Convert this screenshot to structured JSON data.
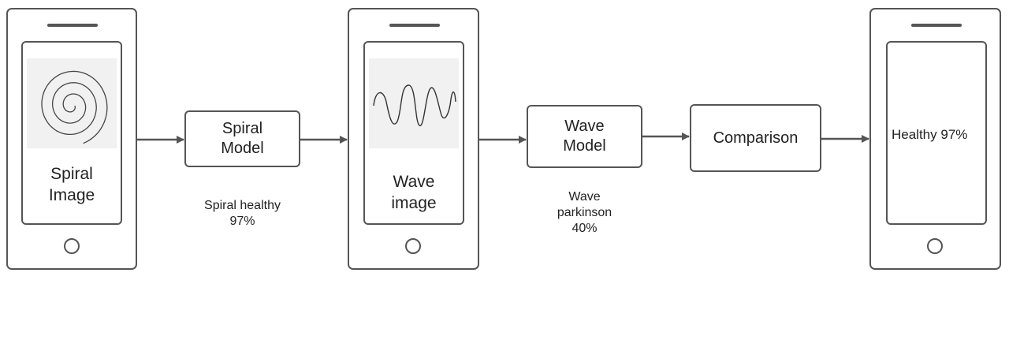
{
  "phone_spiral": {
    "label_line1": "Spiral",
    "label_line2": "Image",
    "image_icon": "spiral-drawing"
  },
  "spiral_model": {
    "line1": "Spiral",
    "line2": "Model",
    "caption_line1": "Spiral healthy",
    "caption_line2": "97%"
  },
  "phone_wave": {
    "label_line1": "Wave",
    "label_line2": "image",
    "image_icon": "wave-drawing"
  },
  "wave_model": {
    "line1": "Wave",
    "line2": "Model",
    "caption_line1": "Wave",
    "caption_line2": "parkinson",
    "caption_line3": "40%"
  },
  "comparison": {
    "label": "Comparison"
  },
  "phone_result": {
    "label": "Healthy 97%"
  },
  "colors": {
    "stroke": "#555555",
    "thumb_bg": "#f1f1f1",
    "text": "#222222"
  }
}
